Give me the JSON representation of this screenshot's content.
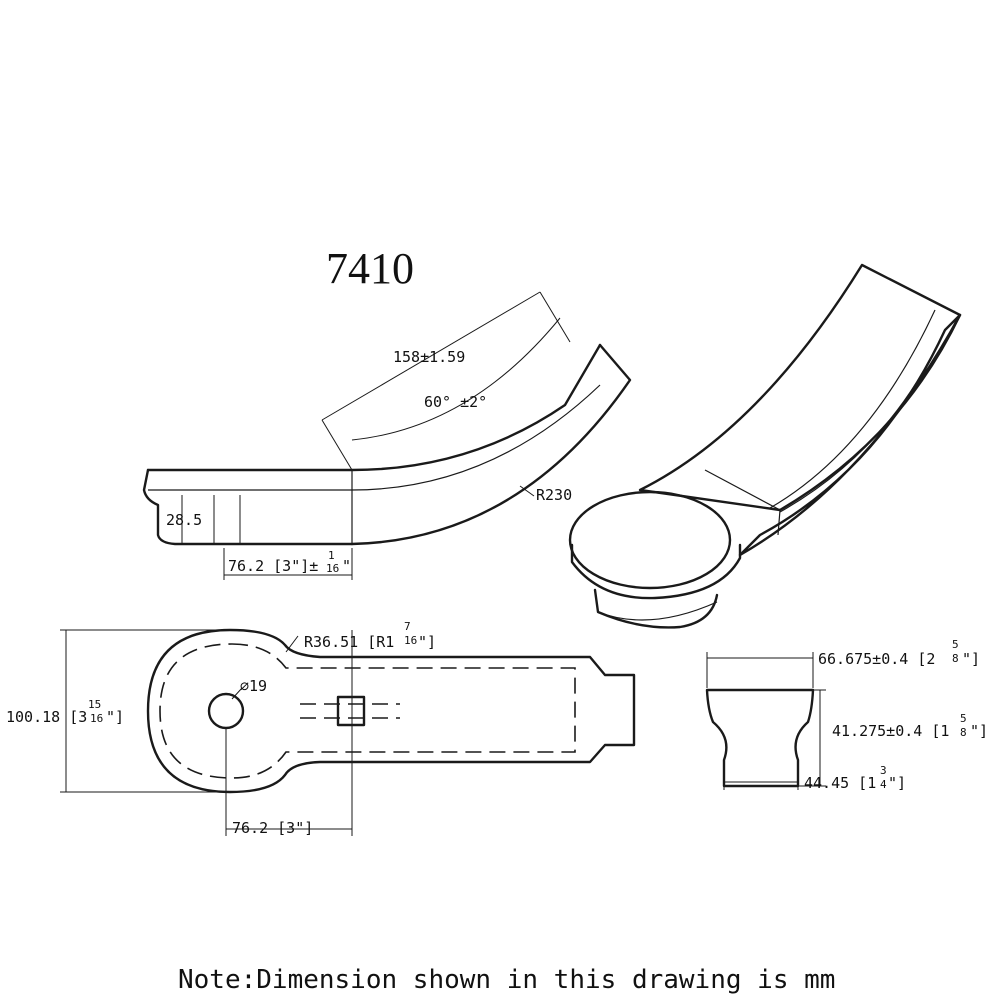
{
  "title": "7410",
  "note": "Note:Dimension shown in this drawing is mm",
  "side_view": {
    "arc_length": "158±1.59",
    "angle": "60° ±2°",
    "radius": "R230",
    "height": "28.5",
    "width_main": "76.2 [3\"]±",
    "width_frac_num": "1",
    "width_frac_den": "16",
    "width_unit": "\""
  },
  "top_view": {
    "overall_height": "100.18 [3",
    "overall_height_frac_num": "15",
    "overall_height_frac_den": "16",
    "overall_height_unit": "\"]",
    "corner_radius": "R36.51 [R1",
    "corner_radius_frac_num": "7",
    "corner_radius_frac_den": "16",
    "corner_radius_unit": "\"]",
    "hole": "⌀19",
    "offset": "76.2 [3\"]"
  },
  "cap_view": {
    "top_width": "66.675±0.4 [2",
    "top_width_frac_num": "5",
    "top_width_frac_den": "8",
    "top_width_unit": "\"]",
    "height": "41.275±0.4 [1",
    "height_frac_num": "5",
    "height_frac_den": "8",
    "height_unit": "\"]",
    "bottom_width": "44.45 [1",
    "bottom_width_frac_num": "3",
    "bottom_width_frac_den": "4",
    "bottom_width_unit": "\"]"
  }
}
